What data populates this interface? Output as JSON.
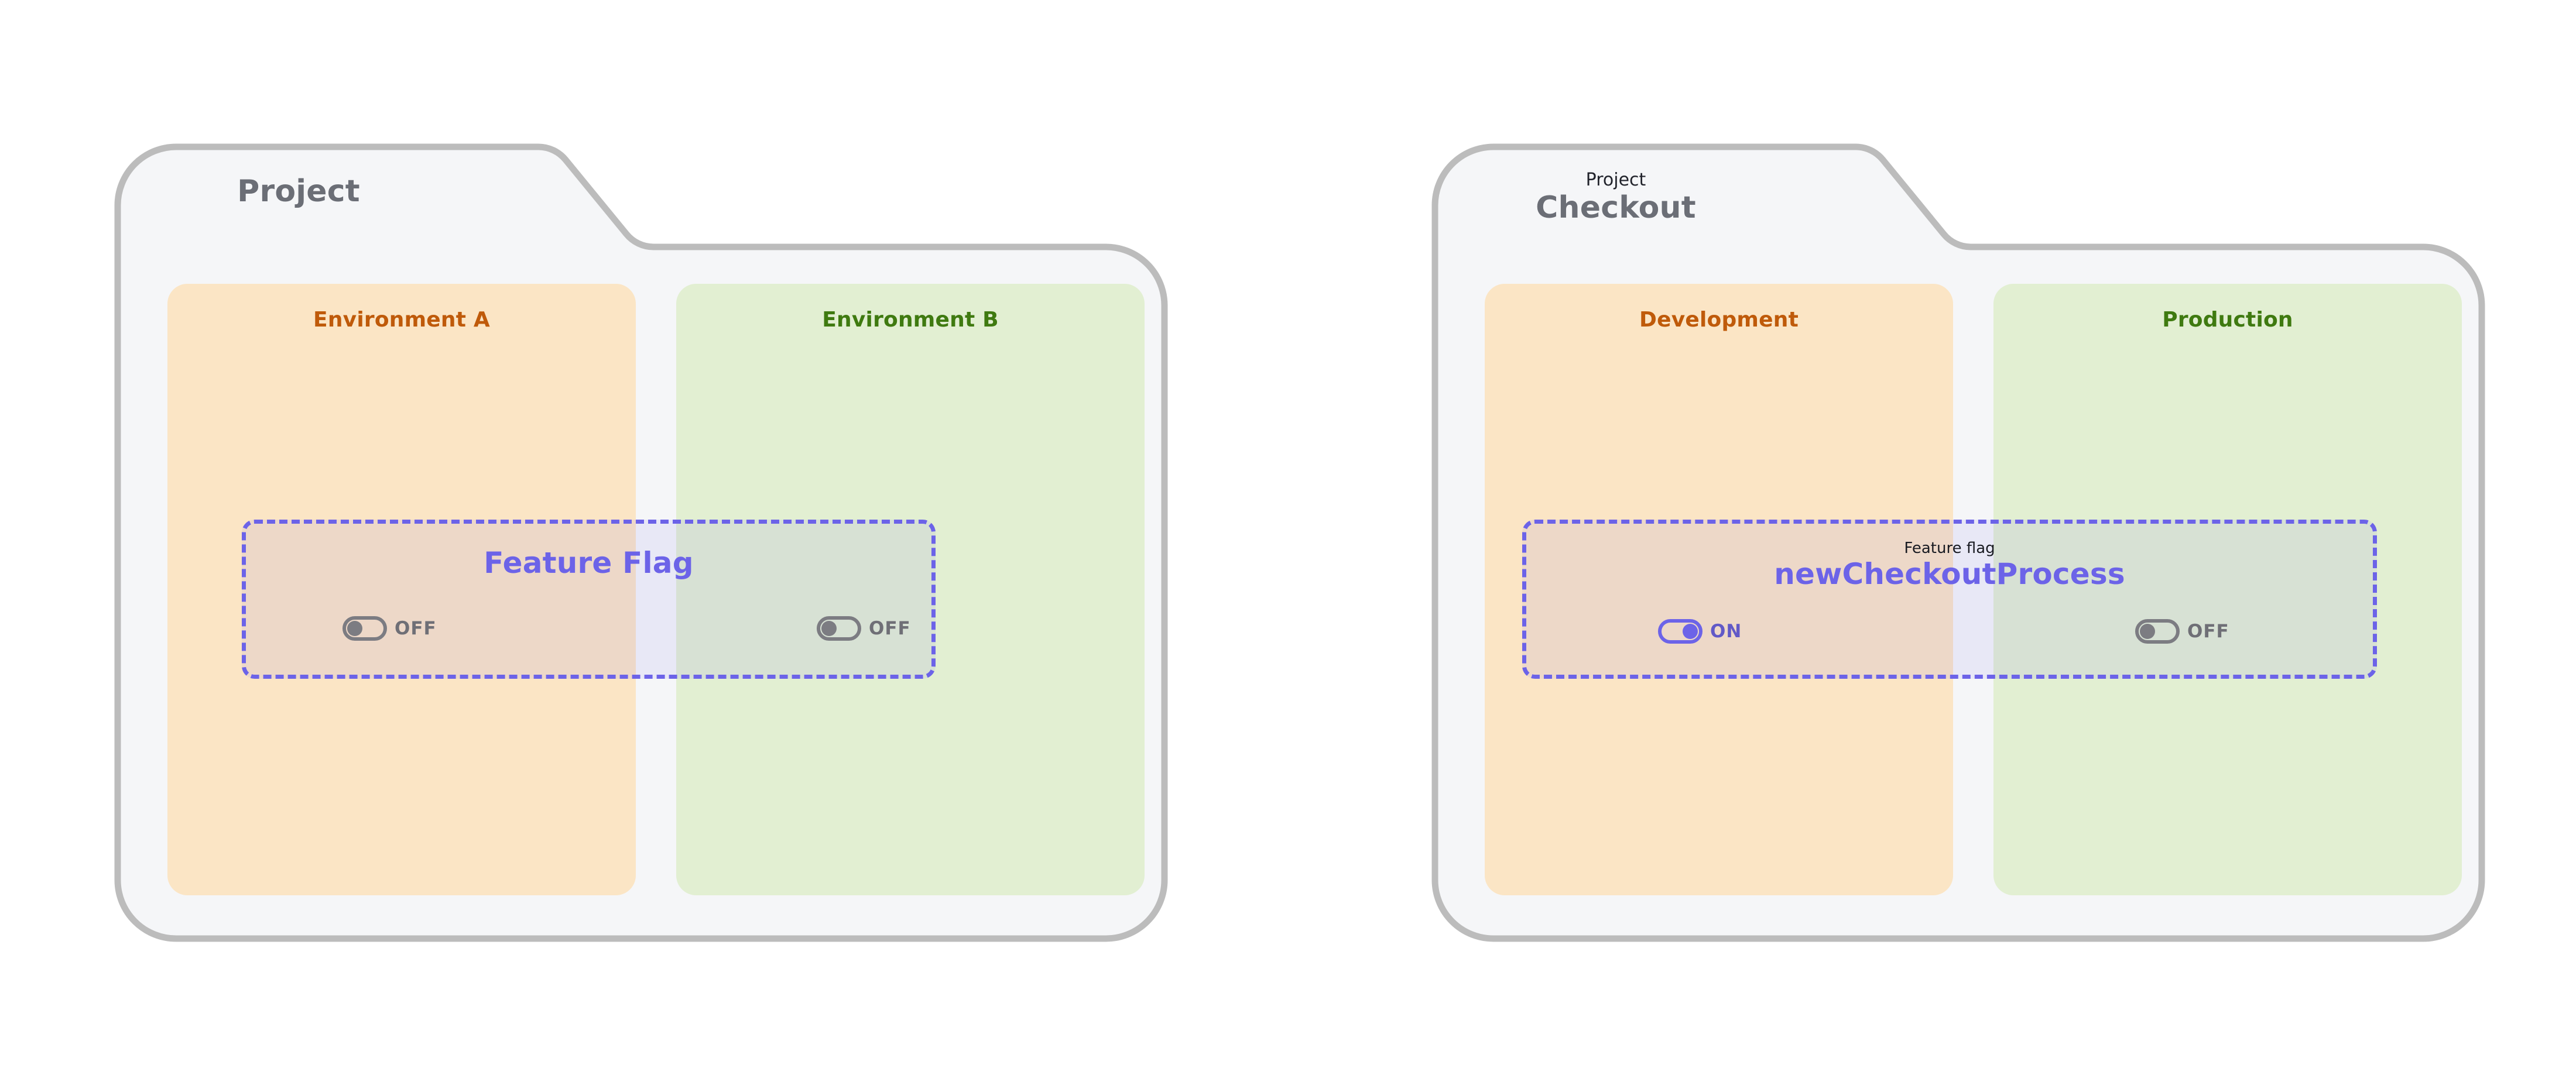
{
  "diagrams": [
    {
      "id": "generic",
      "folder": {
        "kicker": "",
        "title": "Project"
      },
      "environments": [
        {
          "label": "Environment A",
          "tone": "orange"
        },
        {
          "label": "Environment B",
          "tone": "green"
        }
      ],
      "feature_flag": {
        "kicker": "",
        "title": "Feature Flag",
        "states": [
          {
            "env": "Environment A",
            "state": "OFF",
            "on": false
          },
          {
            "env": "Environment B",
            "state": "OFF",
            "on": false
          }
        ]
      }
    },
    {
      "id": "checkout",
      "folder": {
        "kicker": "Project",
        "title": "Checkout"
      },
      "environments": [
        {
          "label": "Development",
          "tone": "orange"
        },
        {
          "label": "Production",
          "tone": "green"
        }
      ],
      "feature_flag": {
        "kicker": "Feature flag",
        "title": "newCheckoutProcess",
        "states": [
          {
            "env": "Development",
            "state": "ON",
            "on": true
          },
          {
            "env": "Production",
            "state": "OFF",
            "on": false
          }
        ]
      }
    }
  ],
  "colors": {
    "folder_stroke": "#bcbcbc",
    "folder_fill": "#f5f6f8",
    "env_orange_bg": "#fbe5c5",
    "env_orange_text": "#bf5a0a",
    "env_green_bg": "#e2efd2",
    "env_green_text": "#3f7a10",
    "flag_accent": "#6c63e8",
    "toggle_off": "#7c7c82",
    "title_gray": "#6b6e76",
    "page_background": "#ffffff"
  }
}
